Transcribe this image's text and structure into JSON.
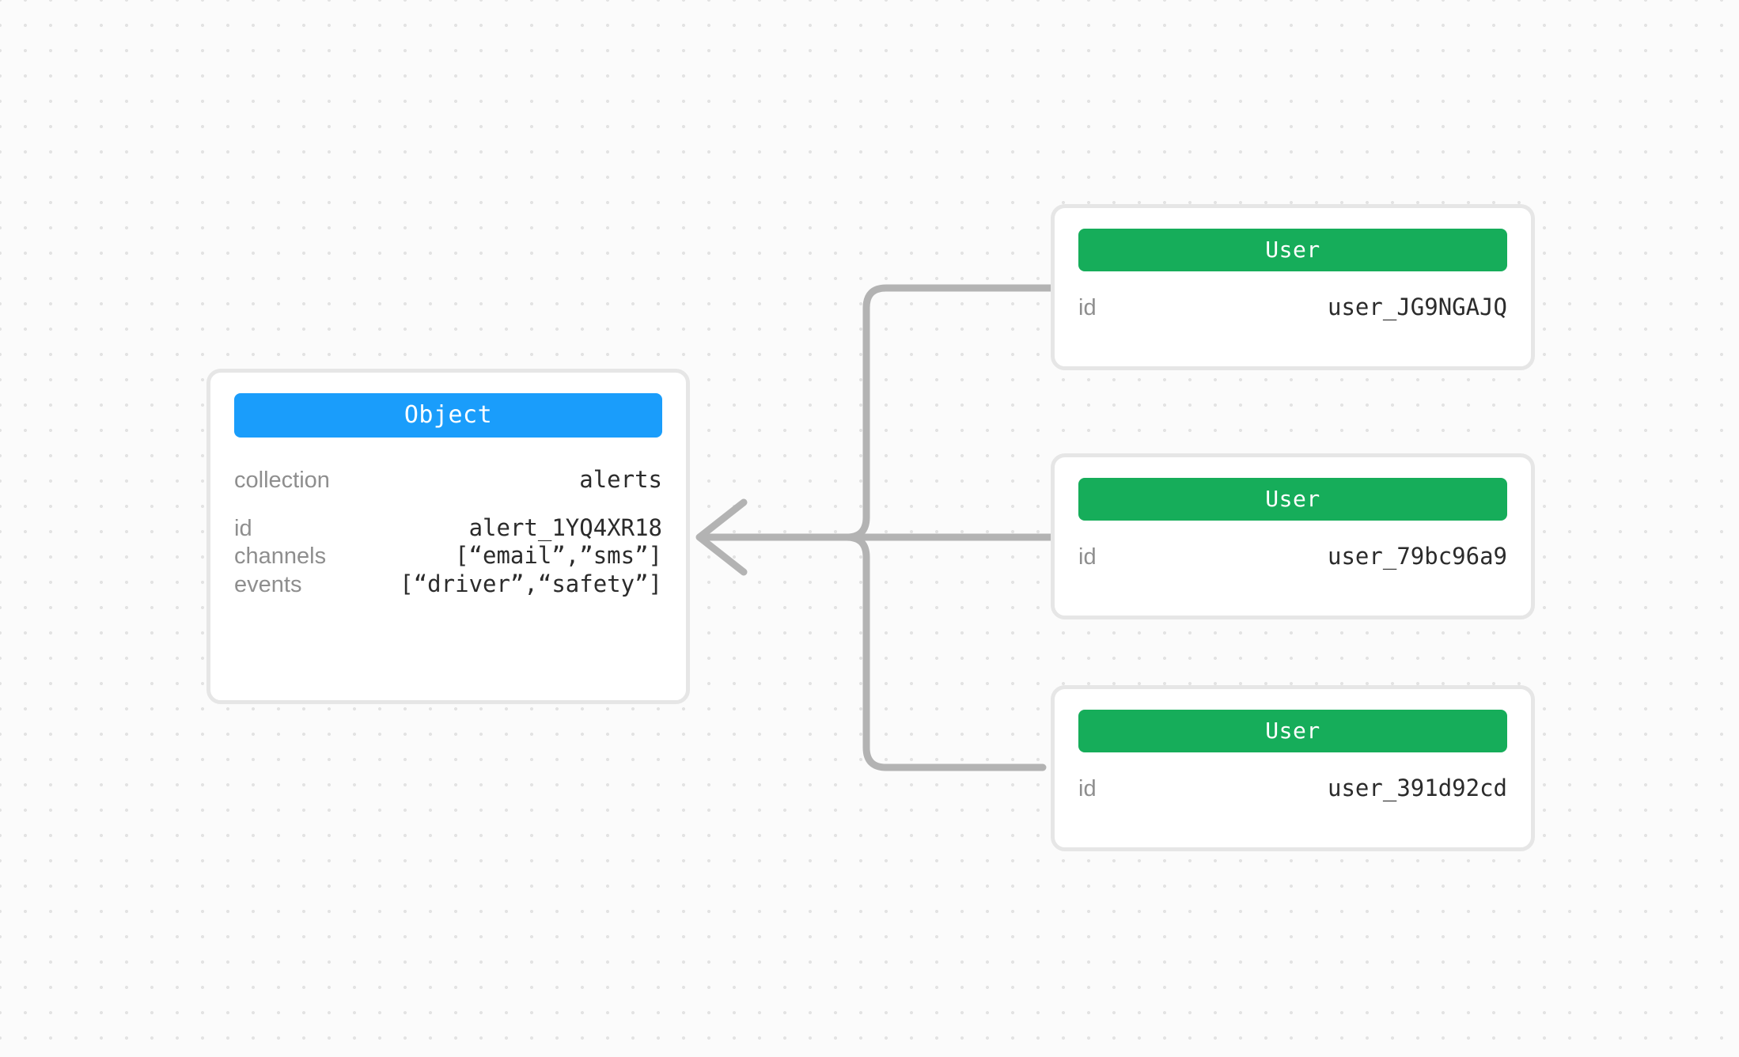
{
  "canvas": {
    "background_color": "#fbfbfb",
    "dot_color": "#e3e3e3",
    "edge_color": "#b3b3b3"
  },
  "nodes": [
    {
      "id": "object",
      "type_label": "Object",
      "header_color": "#1a9dfb",
      "groups": [
        [
          {
            "key": "collection",
            "value": "alerts"
          }
        ],
        [
          {
            "key": "id",
            "value": "alert_1YQ4XR18"
          },
          {
            "key": "channels",
            "value": "[“email”,”sms”]"
          },
          {
            "key": "events",
            "value": "[“driver”,“safety”]"
          }
        ]
      ]
    },
    {
      "id": "user-0",
      "type_label": "User",
      "header_color": "#16ad5a",
      "groups": [
        [
          {
            "key": "id",
            "value": "user_JG9NGAJQ"
          }
        ]
      ]
    },
    {
      "id": "user-1",
      "type_label": "User",
      "header_color": "#16ad5a",
      "groups": [
        [
          {
            "key": "id",
            "value": "user_79bc96a9"
          }
        ]
      ]
    },
    {
      "id": "user-2",
      "type_label": "User",
      "header_color": "#16ad5a",
      "groups": [
        [
          {
            "key": "id",
            "value": "user_391d92cd"
          }
        ]
      ]
    }
  ],
  "edges": [
    {
      "from": "user-0",
      "to": "object"
    },
    {
      "from": "user-1",
      "to": "object"
    },
    {
      "from": "user-2",
      "to": "object"
    }
  ]
}
